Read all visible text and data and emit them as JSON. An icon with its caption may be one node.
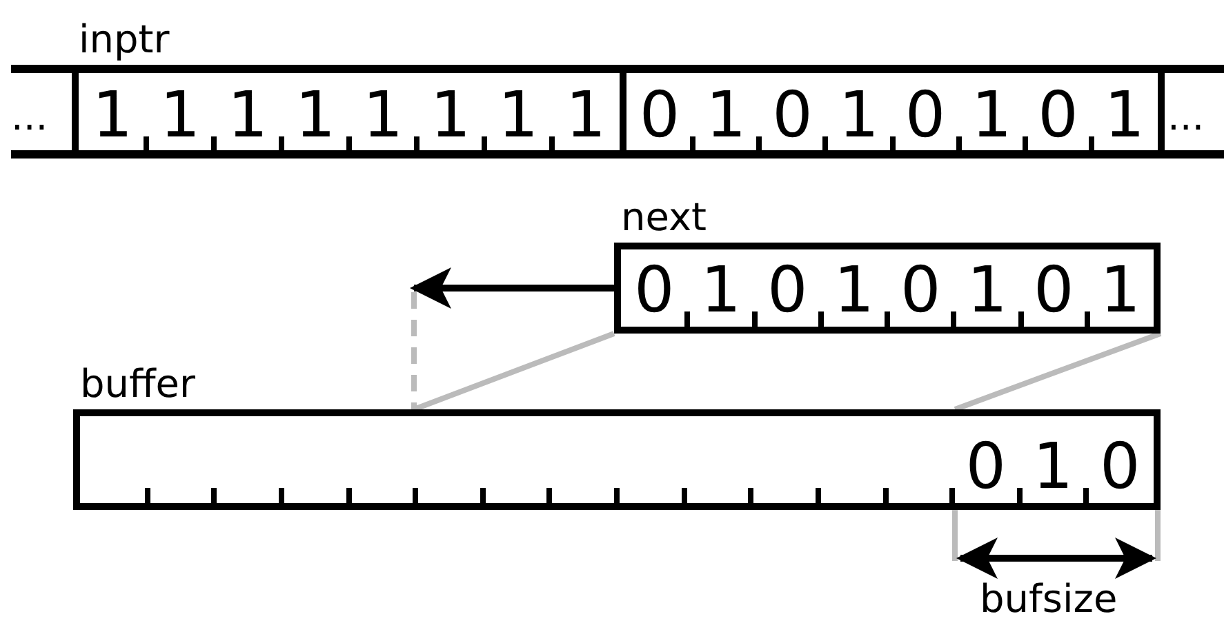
{
  "diagram": {
    "nodes": [
      {
        "text": [
          "inptr",
          "1",
          "1",
          "1",
          "1",
          "1",
          "1",
          "1",
          "1"
        ]
      },
      {
        "text": [
          "0",
          "1",
          "0",
          "1",
          "0",
          "1",
          "0",
          "1"
        ]
      },
      {
        "text": [
          "next",
          "0",
          "1",
          "0",
          "1",
          "0",
          "1",
          "0",
          "1"
        ]
      },
      {
        "text": [
          "buffer",
          "0",
          "1",
          "0"
        ]
      }
    ],
    "edges": [
      {
        "from": 2,
        "to": null,
        "arrow": "to",
        "color": "#000000"
      },
      {
        "from": 2,
        "to": 3,
        "arrow": "none",
        "color": "#bbbbbb"
      },
      {
        "from": 2,
        "to": 3,
        "arrow": "none",
        "color": "#bbbbbb"
      }
    ],
    "labels": [
      "...",
      "...",
      "bufsize"
    ]
  }
}
